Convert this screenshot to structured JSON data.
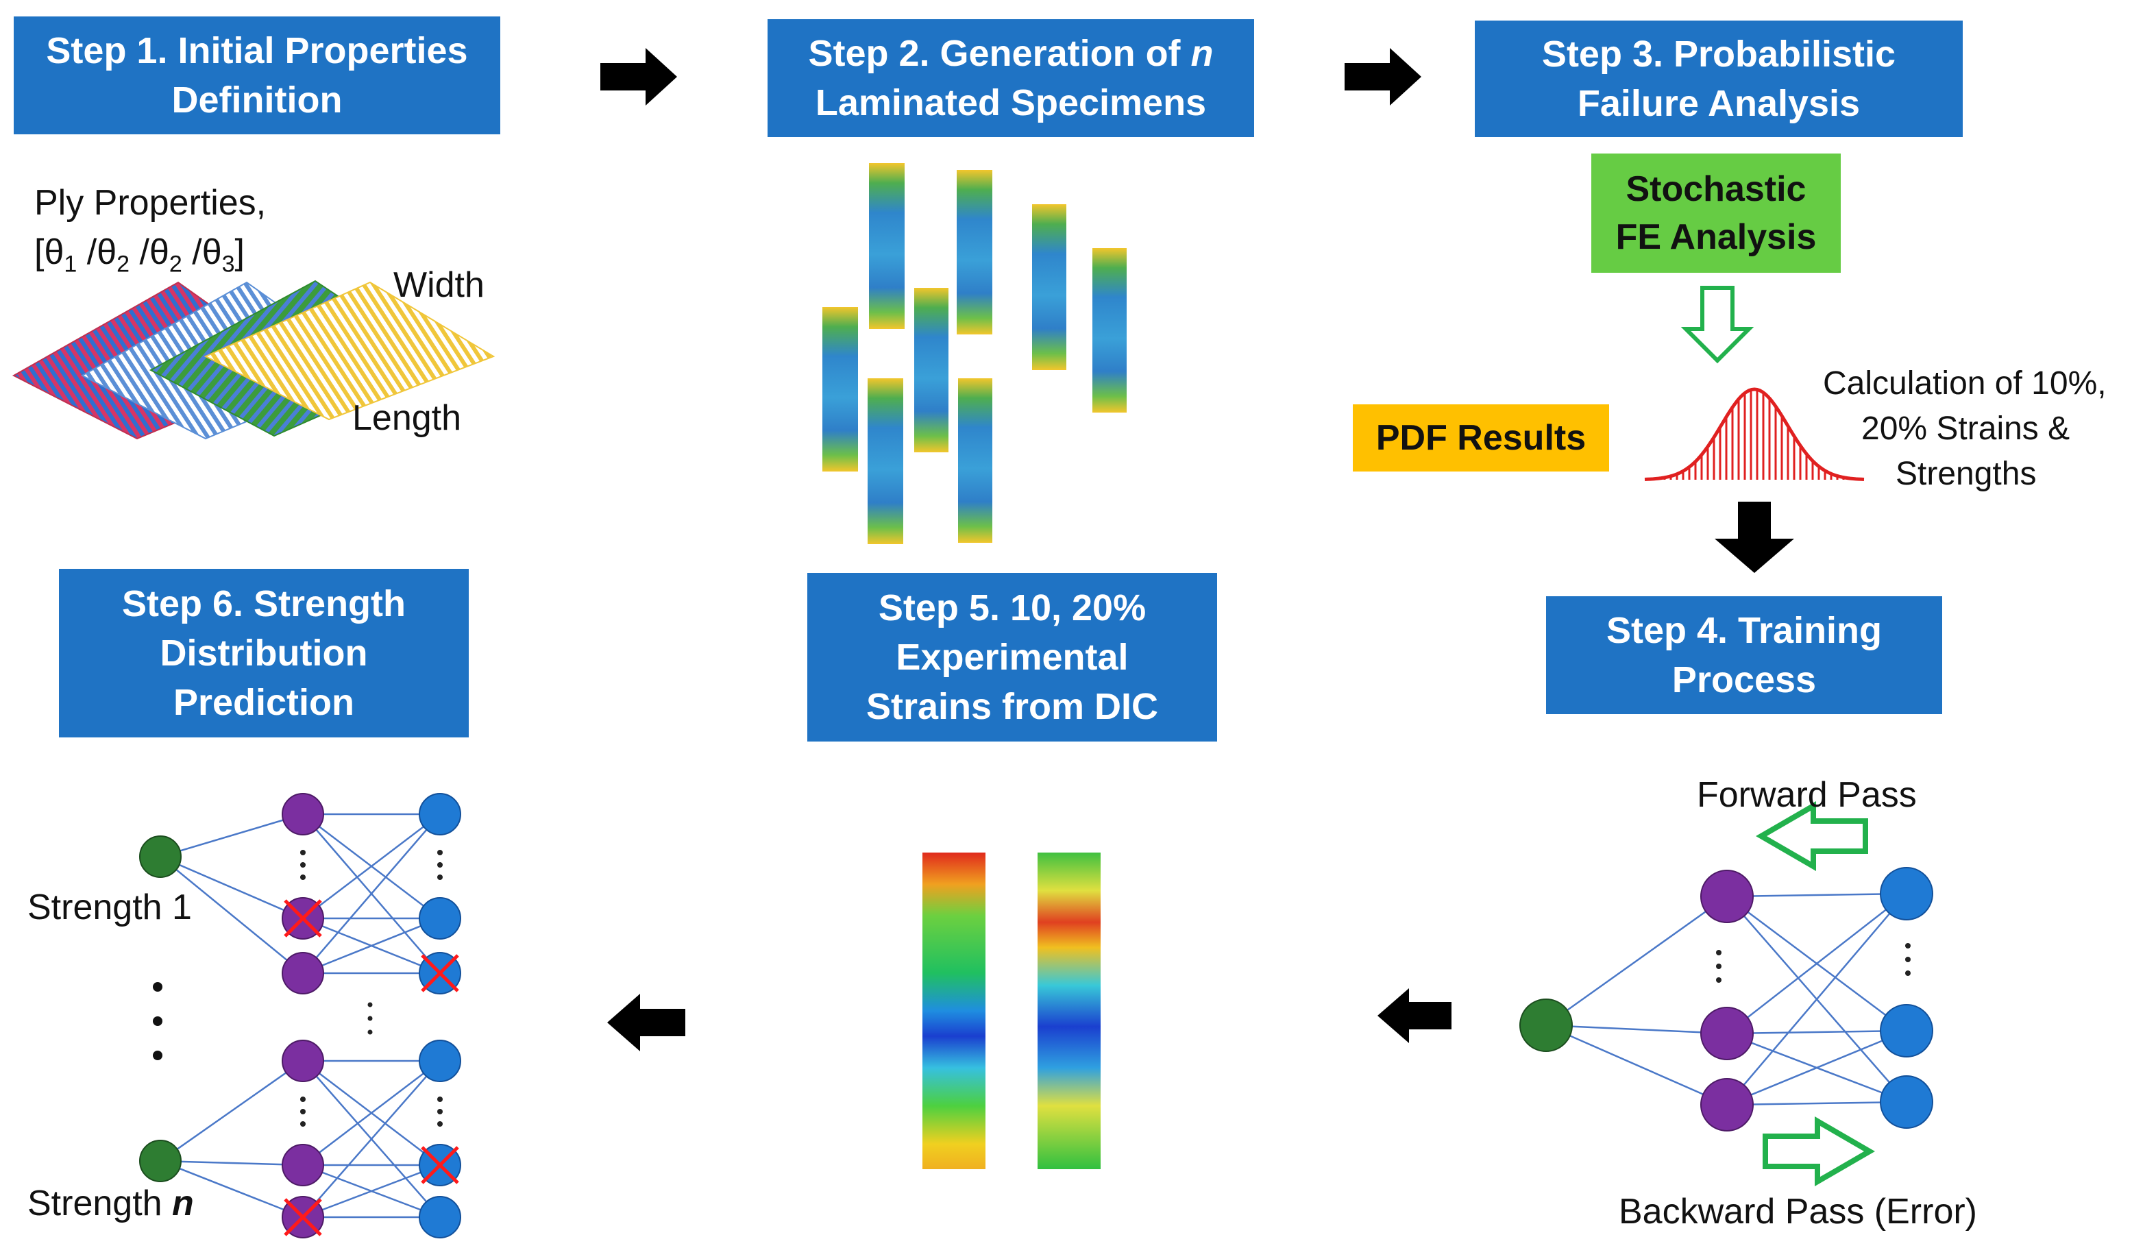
{
  "steps": {
    "step1": {
      "line1": "Step 1. Initial Properties",
      "line2": "Definition"
    },
    "step2": {
      "line1_a": "Step 2. Generation of ",
      "line1_b": "n",
      "line2": "Laminated Specimens"
    },
    "step3": {
      "line1": "Step 3. Probabilistic",
      "line2": "Failure Analysis"
    },
    "step4": {
      "line1": "Step 4. Training",
      "line2": "Process"
    },
    "step5": {
      "line1": "Step 5. 10, 20%",
      "line2": "Experimental",
      "line3": "Strains from DIC"
    },
    "step6": {
      "line1": "Step 6. Strength",
      "line2": "Distribution",
      "line3": "Prediction"
    }
  },
  "step1_panel": {
    "ply_label": "Ply Properties,",
    "layup": {
      "open": "[θ",
      "s1": "1",
      "sep1": " /θ",
      "s2": "2",
      "sep2": " /θ",
      "s3": "2",
      "sep3": " /θ",
      "s4": "3",
      "close": "]"
    },
    "width_label": "Width",
    "length_label": "Length"
  },
  "step3_panel": {
    "stochastic": {
      "line1": "Stochastic",
      "line2": "FE Analysis"
    },
    "pdf_results": "PDF Results",
    "calc": {
      "line1": "Calculation of 10%,",
      "line2": "20% Strains &",
      "line3": "Strengths"
    }
  },
  "step4_panel": {
    "forward": "Forward Pass",
    "backward": "Backward Pass (Error)"
  },
  "step6_panel": {
    "strength1": "Strength 1",
    "strength_n_a": "Strength ",
    "strength_n_b": "n"
  },
  "colors": {
    "step_box": "#1f73c4",
    "stochastic_box": "#66cc44",
    "pdf_box": "#ffc000",
    "input_node": "#2e7d32",
    "hidden_node": "#7b2fa0",
    "output_node": "#1f7ad4",
    "pdf_curve": "#e02020",
    "pass_arrow": "#22b14c"
  }
}
